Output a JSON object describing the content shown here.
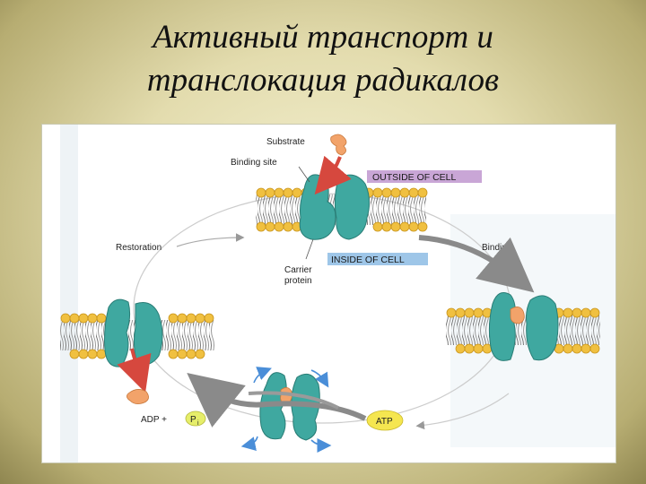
{
  "slide": {
    "title_line1": "Активный транспорт и",
    "title_line2": "транслокация радикалов"
  },
  "diagram": {
    "substrate": "Substrate",
    "binding_site": "Binding site",
    "outside_of_cell": "OUTSIDE OF CELL",
    "inside_of_cell": "INSIDE OF CELL",
    "carrier_protein_line1": "Carrier",
    "carrier_protein_line2": "protein",
    "restoration": "Restoration",
    "binding": "Binding",
    "adp": "ADP +",
    "pi": "P",
    "pi_sub": "i",
    "atp": "ATP",
    "colors": {
      "protein": "#3fa8a0",
      "substrate": "#f2a36a",
      "lipid_head": "#f0c040",
      "outside_box": "#c9a6d6",
      "inside_box": "#9ec6e8",
      "red_arrow": "#d6483e",
      "blue_arrow": "#4a8ed8",
      "atp_fill": "#f5e650"
    }
  }
}
